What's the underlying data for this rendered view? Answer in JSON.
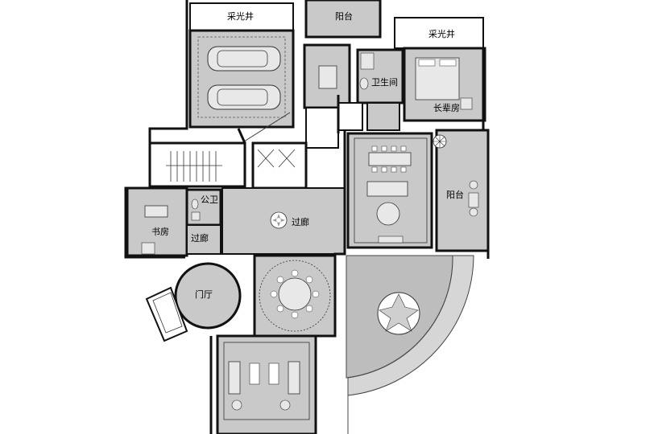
{
  "rooms": {
    "lightwell_left": "采光井",
    "balcony_top": "阳台",
    "lightwell_right": "采光井",
    "bathroom": "卫生间",
    "elder_room": "长辈房",
    "balcony_right": "阳台",
    "public_wc": "公卫",
    "corridor_main": "过廊",
    "study": "书房",
    "corridor_small": "过廊",
    "foyer": "门厅"
  },
  "colors": {
    "floor": "#c9c9c9",
    "wall": "#111111",
    "garden": "#bdbdbd",
    "light": "#e8e8e8"
  }
}
